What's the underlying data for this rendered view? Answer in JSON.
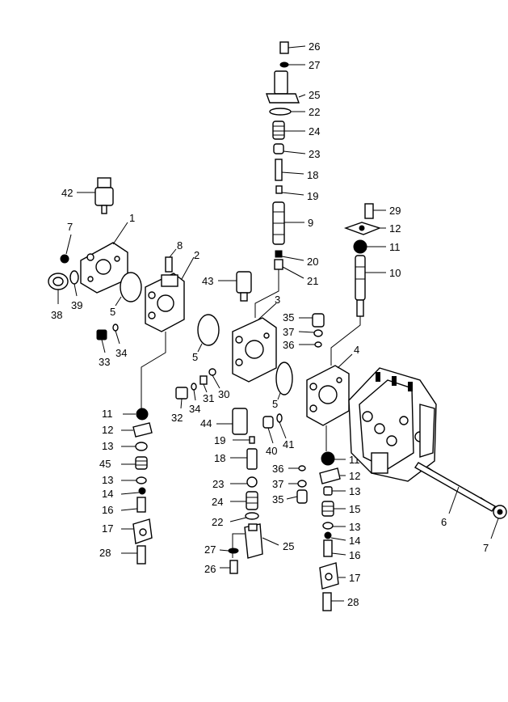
{
  "callouts": {
    "c42": "42",
    "c1": "1",
    "c7": "7",
    "c8": "8",
    "c2": "2",
    "c5a": "5",
    "c38": "38",
    "c39": "39",
    "c33": "33",
    "c34a": "34",
    "c5b": "5",
    "c43": "43",
    "c3": "3",
    "c26a": "26",
    "c27a": "27",
    "c25a": "25",
    "c22a": "22",
    "c24a": "24",
    "c23a": "23",
    "c18a": "18",
    "c19a": "19",
    "c9": "9",
    "c20": "20",
    "c21": "21",
    "c29": "29",
    "c12a": "12",
    "c11a": "11",
    "c10": "10",
    "c35a": "35",
    "c37a": "37",
    "c36a": "36",
    "c4": "4",
    "c5c": "5",
    "c30": "30",
    "c31": "31",
    "c32": "32",
    "c34b": "34",
    "c44": "44",
    "c40": "40",
    "c41": "41",
    "c11b": "11",
    "c12b": "12",
    "c13a": "13",
    "c45": "45",
    "c13b": "13",
    "c14a": "14",
    "c16a": "16",
    "c17a": "17",
    "c28a": "28",
    "c19b": "19",
    "c18b": "18",
    "c23b": "23",
    "c24b": "24",
    "c22b": "22",
    "c25b": "25",
    "c27b": "27",
    "c26b": "26",
    "c11c": "11",
    "c36b": "36",
    "c12c": "12",
    "c37b": "37",
    "c13c": "13",
    "c35b": "35",
    "c15": "15",
    "c13d": "13",
    "c14b": "14",
    "c16b": "16",
    "c17b": "17",
    "c28b": "28",
    "c6": "6",
    "c7b": "7"
  }
}
